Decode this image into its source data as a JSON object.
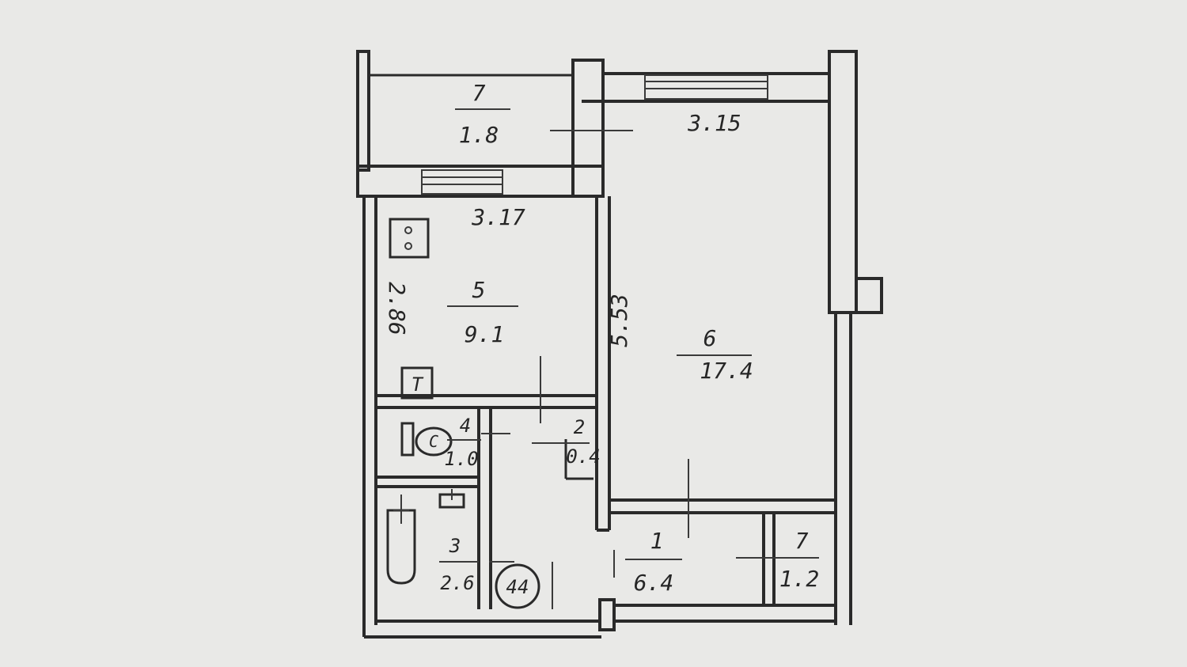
{
  "rooms": [
    {
      "number": "7",
      "area": "1.8"
    },
    {
      "number": "5",
      "area": "9.1"
    },
    {
      "number": "6",
      "area": "17.4"
    },
    {
      "number": "2",
      "area": "0.4"
    },
    {
      "number": "4",
      "area": "1.0"
    },
    {
      "number": "3",
      "area": "2.6"
    },
    {
      "number": "1",
      "area": "6.4"
    },
    {
      "number": "7",
      "area": "1.2"
    }
  ],
  "dimensions": {
    "room6_width": "3.15",
    "room5_width": "3.17",
    "room5_depth": "2.86",
    "room6_depth": "5.53"
  },
  "fixtures": {
    "stove_label": "",
    "fridge_label": "T",
    "toilet_label": "C",
    "stamp": "44"
  }
}
